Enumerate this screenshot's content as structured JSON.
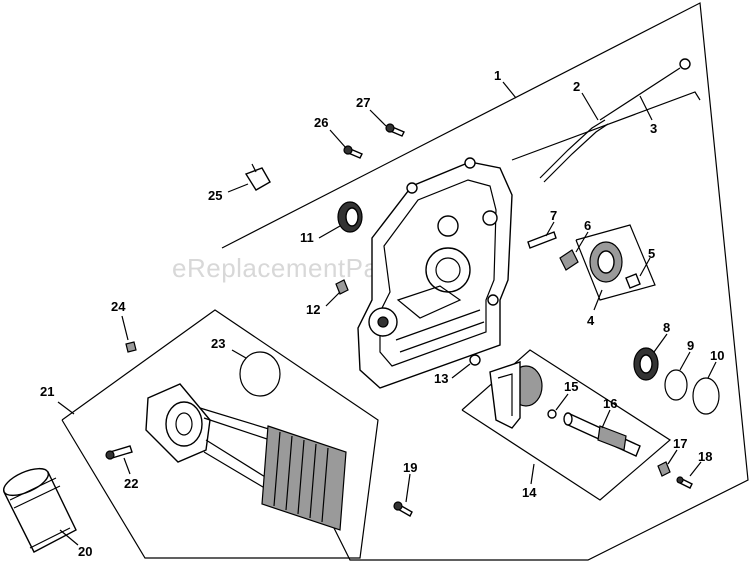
{
  "watermark": "eReplacementParts.com",
  "callouts": [
    {
      "id": "c1",
      "text": "1"
    },
    {
      "id": "c2",
      "text": "2"
    },
    {
      "id": "c3",
      "text": "3"
    },
    {
      "id": "c4",
      "text": "4"
    },
    {
      "id": "c5",
      "text": "5"
    },
    {
      "id": "c6",
      "text": "6"
    },
    {
      "id": "c7",
      "text": "7"
    },
    {
      "id": "c8",
      "text": "8"
    },
    {
      "id": "c9",
      "text": "9"
    },
    {
      "id": "c10",
      "text": "10"
    },
    {
      "id": "c11",
      "text": "11"
    },
    {
      "id": "c12",
      "text": "12"
    },
    {
      "id": "c13",
      "text": "13"
    },
    {
      "id": "c14",
      "text": "14"
    },
    {
      "id": "c15",
      "text": "15"
    },
    {
      "id": "c16",
      "text": "16"
    },
    {
      "id": "c17",
      "text": "17"
    },
    {
      "id": "c18",
      "text": "18"
    },
    {
      "id": "c19",
      "text": "19"
    },
    {
      "id": "c20",
      "text": "20"
    },
    {
      "id": "c21",
      "text": "21"
    },
    {
      "id": "c22",
      "text": "22"
    },
    {
      "id": "c23",
      "text": "23"
    },
    {
      "id": "c24",
      "text": "24"
    },
    {
      "id": "c25",
      "text": "25"
    },
    {
      "id": "c26",
      "text": "26"
    },
    {
      "id": "c27",
      "text": "27"
    }
  ]
}
